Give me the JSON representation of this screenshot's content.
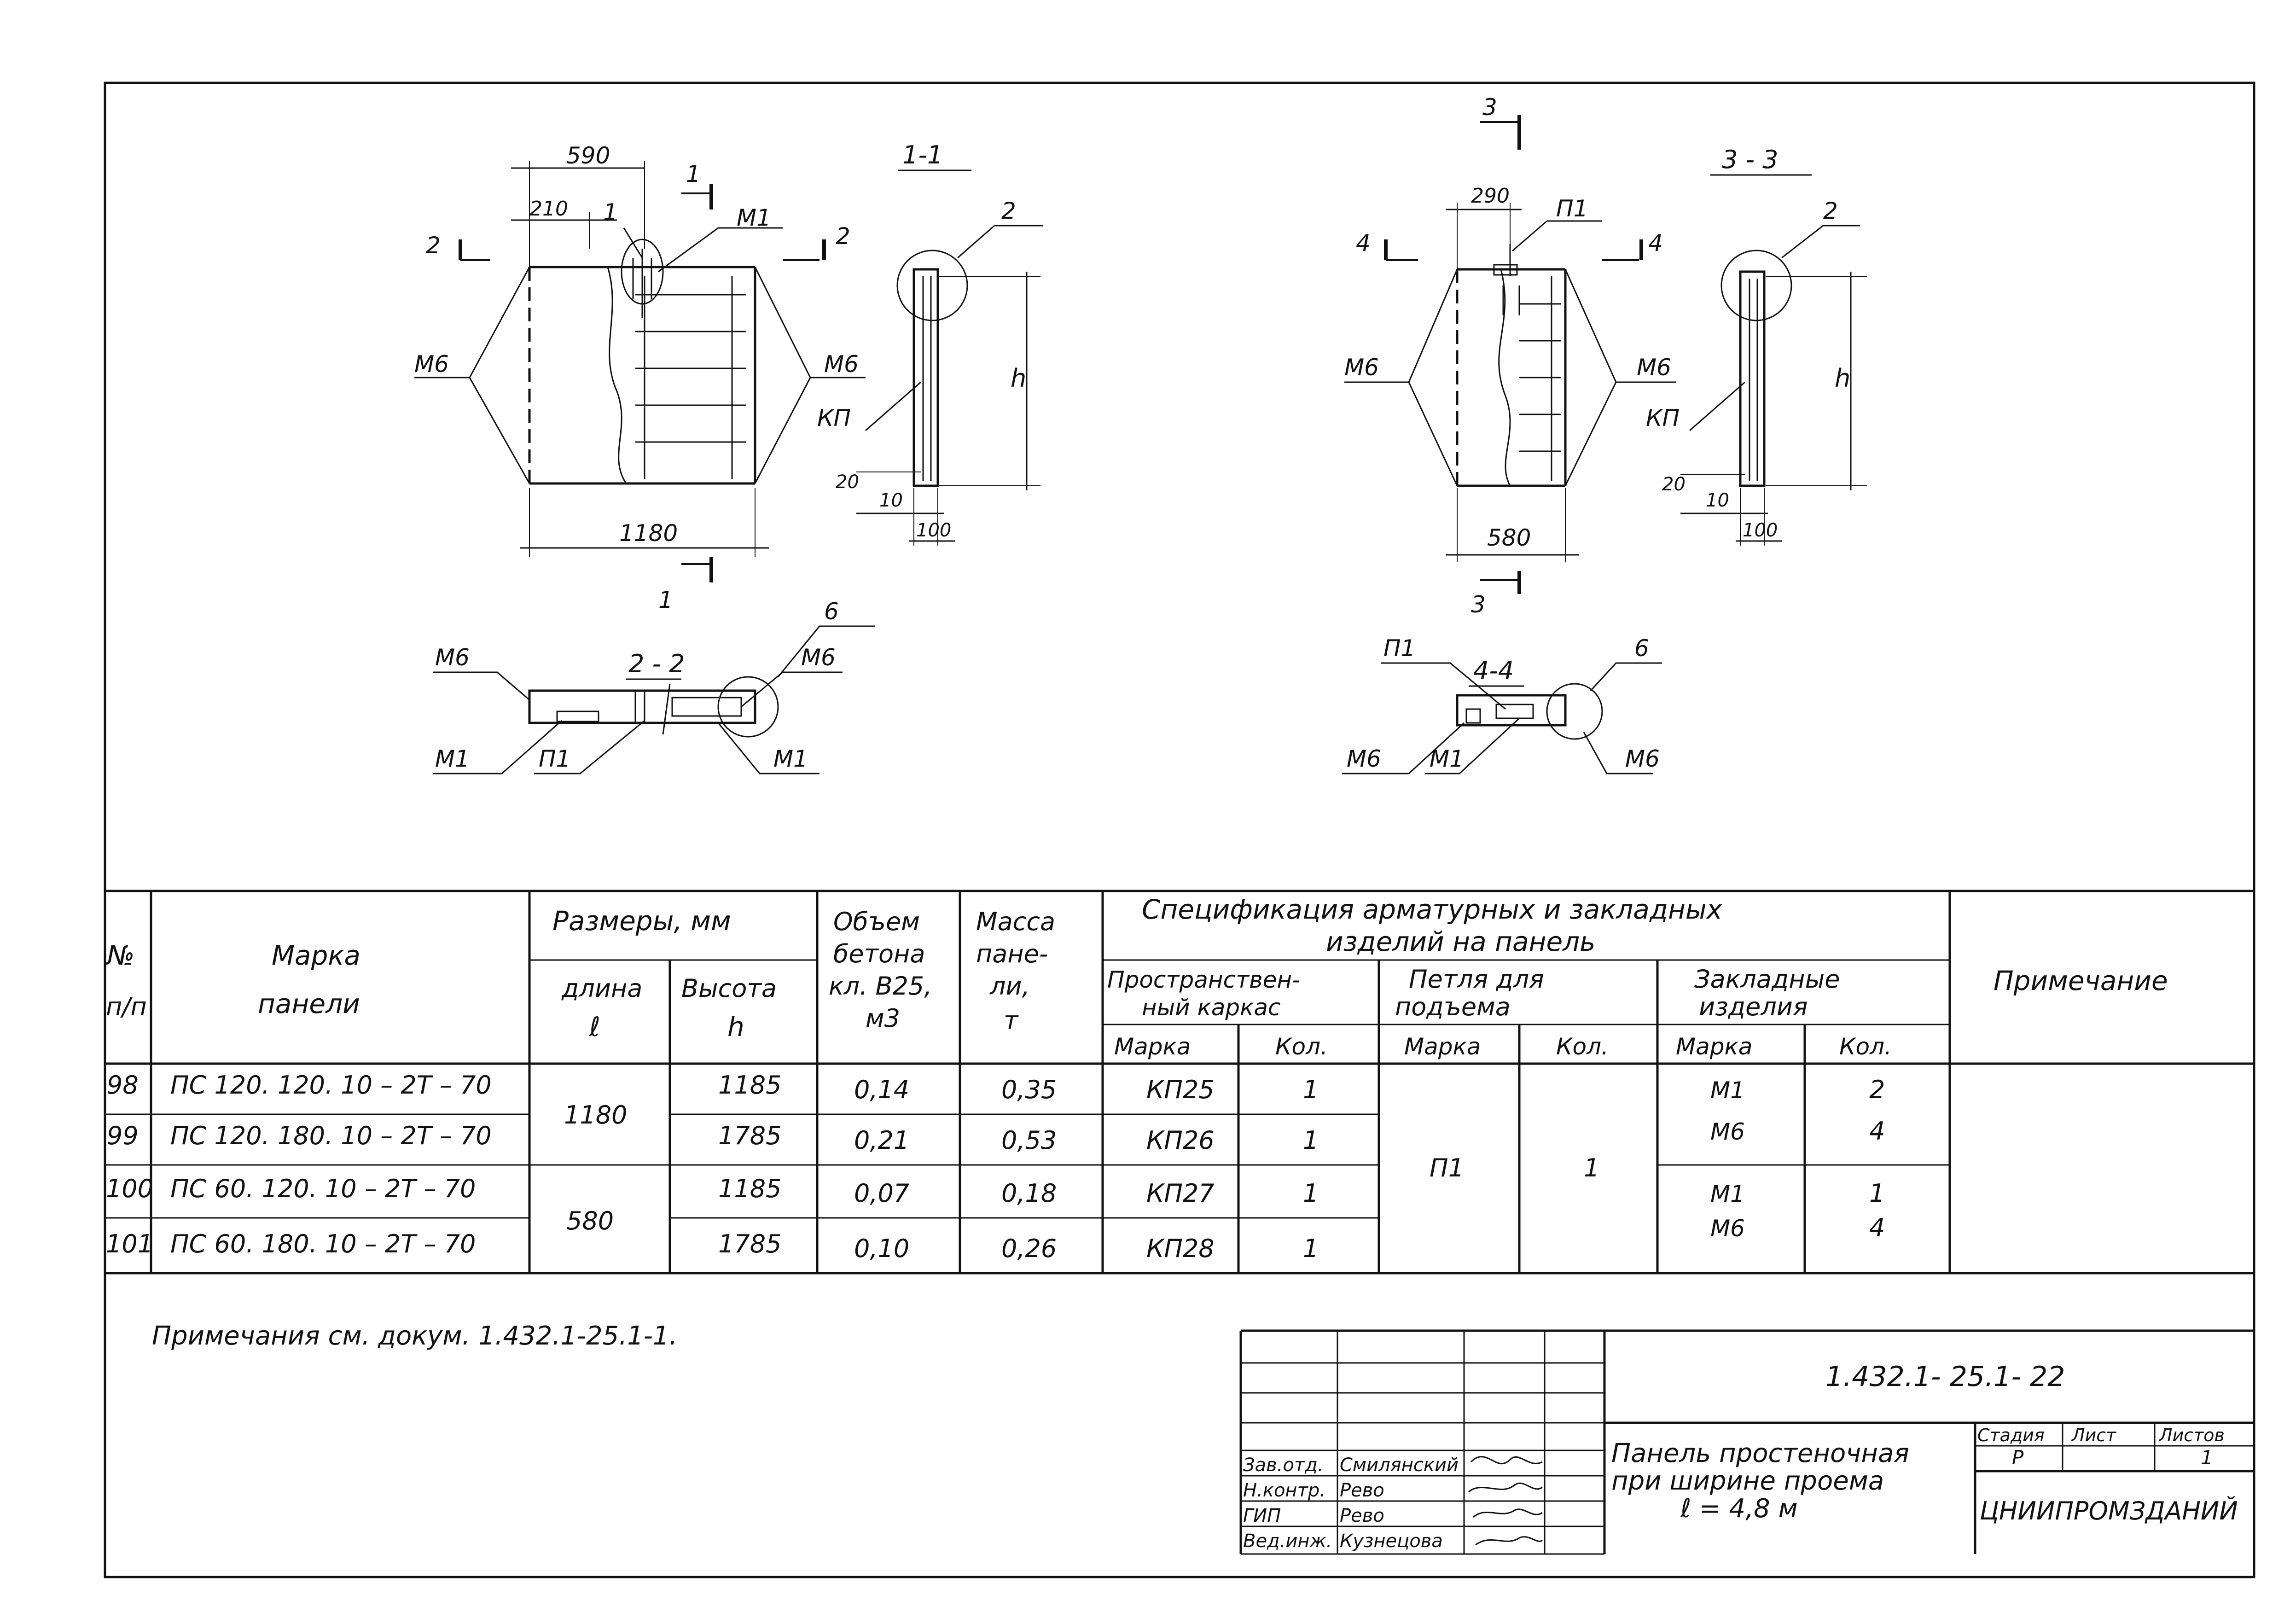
{
  "views": {
    "view1": {
      "dim_590": "590",
      "dim_210": "210",
      "dim_1180": "1180",
      "label_1": "1",
      "label_m1": "М1",
      "label_m6_left": "М6",
      "label_m6_right": "М6",
      "cut_1": "1",
      "cut_2": "2"
    },
    "section_1_1": {
      "title": "1-1",
      "label_2": "2",
      "label_kp": "КП",
      "dim_h": "h",
      "dim_10": "10",
      "dim_100": "100",
      "dim_20": "20"
    },
    "view3": {
      "dim_290": "290",
      "dim_580": "580",
      "label_p1": "П1",
      "label_m6_left": "М6",
      "label_m6_right": "М6",
      "cut_3": "3",
      "cut_4": "4"
    },
    "section_3_3": {
      "title": "3 - 3",
      "label_2": "2",
      "label_kp": "КП",
      "dim_h": "h",
      "dim_10": "10",
      "dim_100": "100",
      "dim_20": "20"
    },
    "section_2_2": {
      "title": "2 - 2",
      "label_6": "6",
      "label_m6_left": "М6",
      "label_m6_right": "М6",
      "label_m1_left": "М1",
      "label_p1": "П1",
      "label_m1_right": "М1"
    },
    "section_4_4": {
      "title": "4-4",
      "label_6": "6",
      "label_p1": "П1",
      "label_m6_left": "М6",
      "label_m1": "М1",
      "label_m6_right": "М6"
    }
  },
  "table": {
    "headers": {
      "num_1": "№",
      "num_2": "п/п",
      "mark_1": "Марка",
      "mark_2": "панели",
      "dims": "Размеры, мм",
      "length_1": "длина",
      "length_2": "ℓ",
      "height_1": "Высота",
      "height_2": "h",
      "volume_1": "Объем",
      "volume_2": "бетона",
      "volume_3": "кл. В25,",
      "volume_4": "м3",
      "mass_1": "Масса",
      "mass_2": "пане-",
      "mass_3": "ли,",
      "mass_4": "т",
      "spec_1": "Спецификация арматурных и закладных",
      "spec_2": "изделий на панель",
      "frame_1": "Пространствен-",
      "frame_2": "ный каркас",
      "loop_1": "Петля для",
      "loop_2": "подъема",
      "embed_1": "Закладные",
      "embed_2": "изделия",
      "sub_mark_1": "Марка",
      "sub_qty_1": "Кол.",
      "sub_mark_2": "Марка",
      "sub_qty_2": "Кол.",
      "sub_mark_3": "Марка",
      "sub_qty_3": "Кол.",
      "note": "Примечание"
    },
    "rows": [
      {
        "num": "98",
        "mark": "ПС 120. 120. 10 – 2Т – 70",
        "height": "1185",
        "volume": "0,14",
        "mass": "0,35",
        "frame": "КП25",
        "frame_qty": "1"
      },
      {
        "num": "99",
        "mark": "ПС 120. 180. 10 – 2Т – 70",
        "height": "1785",
        "volume": "0,21",
        "mass": "0,53",
        "frame": "КП26",
        "frame_qty": "1"
      },
      {
        "num": "100",
        "mark": "ПС 60. 120. 10 – 2Т – 70",
        "height": "1185",
        "volume": "0,07",
        "mass": "0,18",
        "frame": "КП27",
        "frame_qty": "1"
      },
      {
        "num": "101",
        "mark": "ПС 60. 180. 10 – 2Т – 70",
        "height": "1785",
        "volume": "0,10",
        "mass": "0,26",
        "frame": "КП28",
        "frame_qty": "1"
      }
    ],
    "length_a": "1180",
    "length_b": "580",
    "loop_mark": "П1",
    "loop_qty": "1",
    "embed_group_a": {
      "mark1": "М1",
      "qty1": "2",
      "mark2": "М6",
      "qty2": "4"
    },
    "embed_group_b": {
      "mark1": "М1",
      "qty1": "1",
      "mark2": "М6",
      "qty2": "4"
    }
  },
  "notes_text": "Примечания см. докум. 1.432.1-25.1-1.",
  "title_block": {
    "doc_code": "1.432.1- 25.1- 22",
    "roles": [
      "Зав.отд.",
      "Н.контр.",
      "ГИП",
      "Вед.инж."
    ],
    "names": [
      "Смилянский",
      "Рево",
      "Рево",
      "Кузнецова"
    ],
    "title_1": "Панель простеночная",
    "title_2": "при ширине проема",
    "title_3": "ℓ = 4,8 м",
    "stage_label": "Стадия",
    "sheet_label": "Лист",
    "sheets_label": "Листов",
    "stage": "Р",
    "sheets": "1",
    "org": "ЦНИИПРОМЗДАНИЙ"
  }
}
